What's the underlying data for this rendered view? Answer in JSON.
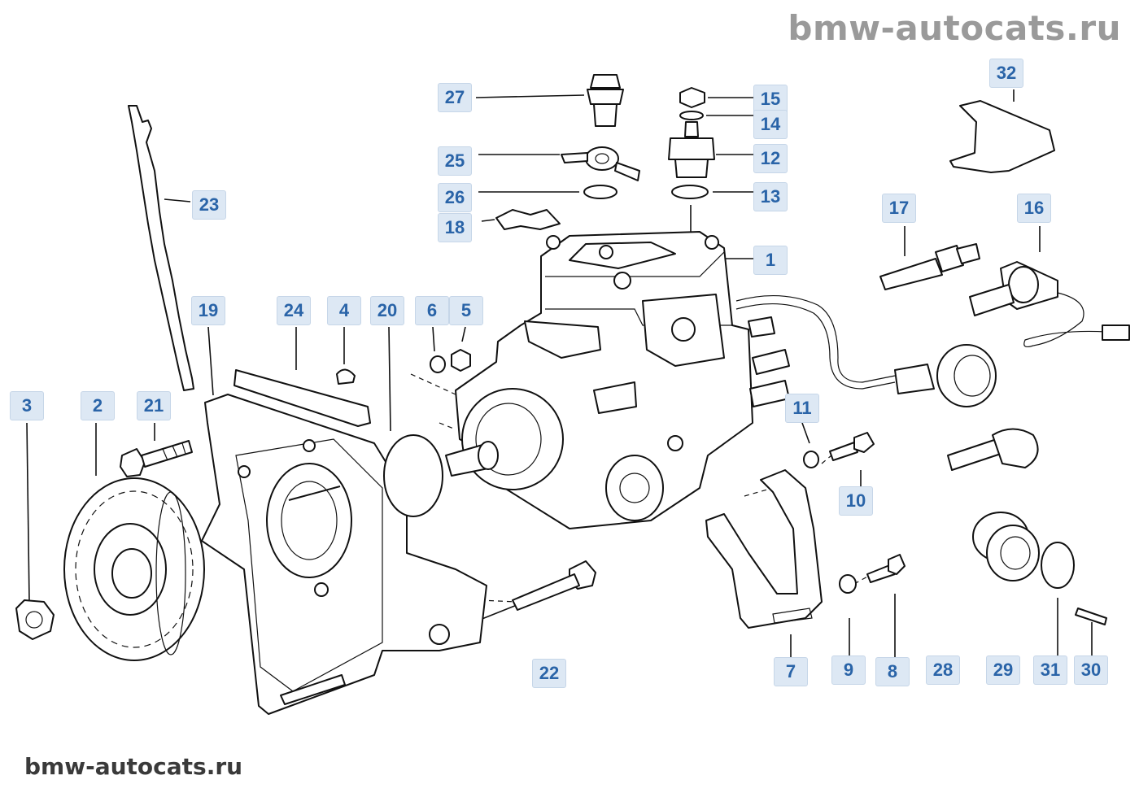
{
  "watermark": {
    "top": "bmw-autocats.ru",
    "bottom": "bmw-autocats.ru"
  },
  "callouts": [
    {
      "id": "1",
      "label": "1"
    },
    {
      "id": "2",
      "label": "2"
    },
    {
      "id": "3",
      "label": "3"
    },
    {
      "id": "4",
      "label": "4"
    },
    {
      "id": "5",
      "label": "5"
    },
    {
      "id": "6",
      "label": "6"
    },
    {
      "id": "7",
      "label": "7"
    },
    {
      "id": "8",
      "label": "8"
    },
    {
      "id": "9",
      "label": "9"
    },
    {
      "id": "10",
      "label": "10"
    },
    {
      "id": "11",
      "label": "11"
    },
    {
      "id": "12",
      "label": "12"
    },
    {
      "id": "13",
      "label": "13"
    },
    {
      "id": "14",
      "label": "14"
    },
    {
      "id": "15",
      "label": "15"
    },
    {
      "id": "16",
      "label": "16"
    },
    {
      "id": "17",
      "label": "17"
    },
    {
      "id": "18",
      "label": "18"
    },
    {
      "id": "19",
      "label": "19"
    },
    {
      "id": "20",
      "label": "20"
    },
    {
      "id": "21",
      "label": "21"
    },
    {
      "id": "22",
      "label": "22"
    },
    {
      "id": "23",
      "label": "23"
    },
    {
      "id": "24",
      "label": "24"
    },
    {
      "id": "25",
      "label": "25"
    },
    {
      "id": "26",
      "label": "26"
    },
    {
      "id": "27",
      "label": "27"
    },
    {
      "id": "28",
      "label": "28"
    },
    {
      "id": "29",
      "label": "29"
    },
    {
      "id": "30",
      "label": "30"
    },
    {
      "id": "31",
      "label": "31"
    },
    {
      "id": "32",
      "label": "32"
    }
  ],
  "colors": {
    "callout_bg": "#dde8f4",
    "callout_text": "#2a64a8",
    "line": "#111111",
    "watermark": "#9a9a9a"
  }
}
